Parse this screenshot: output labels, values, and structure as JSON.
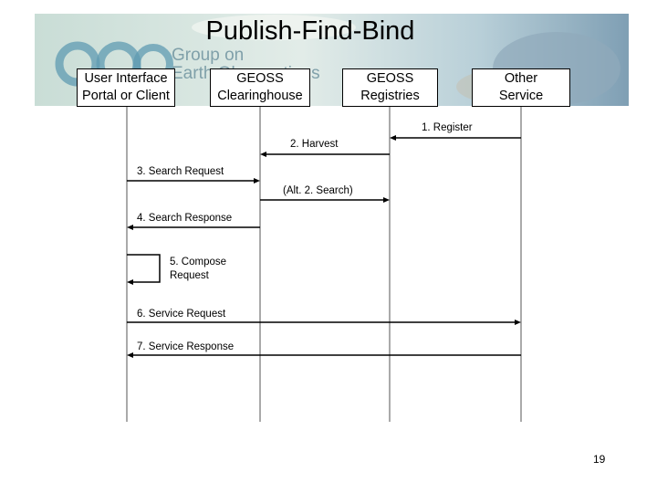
{
  "title": "Publish-Find-Bind",
  "logo": {
    "text_line1": "Group on",
    "text_line2": "Earth Observations",
    "mark": "GEO"
  },
  "participants": [
    {
      "id": "ui",
      "label": "User Interface\nPortal or Client"
    },
    {
      "id": "ch",
      "label": "GEOSS\nClearinghouse"
    },
    {
      "id": "reg",
      "label": "GEOSS\nRegistries"
    },
    {
      "id": "svc",
      "label": "Other\nService"
    }
  ],
  "messages": [
    {
      "label": "1. Register",
      "from": "svc",
      "to": "reg"
    },
    {
      "label": "2. Harvest",
      "from": "reg",
      "to": "ch"
    },
    {
      "label": "3. Search Request",
      "from": "ui",
      "to": "ch"
    },
    {
      "label": "(Alt. 2. Search)",
      "from": "ch",
      "to": "reg"
    },
    {
      "label": "4. Search Response",
      "from": "ch",
      "to": "ui"
    },
    {
      "label": "5. Compose\n    Request",
      "from": "ui",
      "to": "ui"
    },
    {
      "label": "6. Service Request",
      "from": "ui",
      "to": "svc"
    },
    {
      "label": "7. Service Response",
      "from": "svc",
      "to": "ui"
    }
  ],
  "page_number": "19"
}
